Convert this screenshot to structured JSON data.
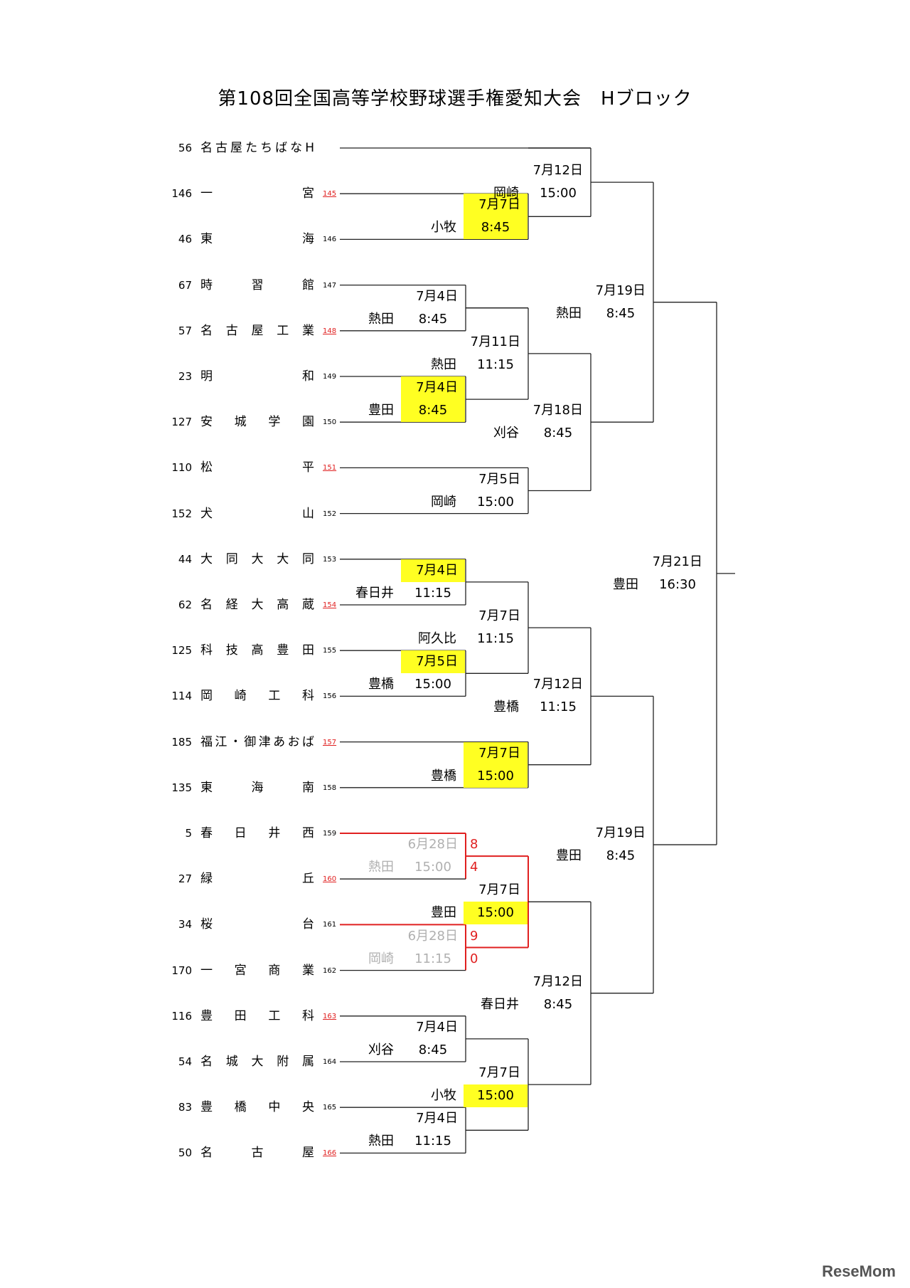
{
  "title": "第108回全国高等学校野球選手権愛知大会　Hブロック",
  "teams": [
    {
      "seed": "56",
      "name": "名古屋たちばなH",
      "match_no": "",
      "red": false
    },
    {
      "seed": "146",
      "name": "一宮",
      "match_no": "145",
      "red": true
    },
    {
      "seed": "46",
      "name": "東海",
      "match_no": "146",
      "red": false
    },
    {
      "seed": "67",
      "name": "時習館",
      "match_no": "147",
      "red": false
    },
    {
      "seed": "57",
      "name": "名古屋工業",
      "match_no": "148",
      "red": true
    },
    {
      "seed": "23",
      "name": "明和",
      "match_no": "149",
      "red": false
    },
    {
      "seed": "127",
      "name": "安城学園",
      "match_no": "150",
      "red": false
    },
    {
      "seed": "110",
      "name": "松平",
      "match_no": "151",
      "red": true
    },
    {
      "seed": "152",
      "name": "犬山",
      "match_no": "152",
      "red": false
    },
    {
      "seed": "44",
      "name": "大同大大同",
      "match_no": "153",
      "red": false
    },
    {
      "seed": "62",
      "name": "名経大高蔵",
      "match_no": "154",
      "red": true
    },
    {
      "seed": "125",
      "name": "科技高豊田",
      "match_no": "155",
      "red": false
    },
    {
      "seed": "114",
      "name": "岡崎工科",
      "match_no": "156",
      "red": false
    },
    {
      "seed": "185",
      "name": "福江・御津あおば",
      "match_no": "157",
      "red": true
    },
    {
      "seed": "135",
      "name": "東海南",
      "match_no": "158",
      "red": false
    },
    {
      "seed": "5",
      "name": "春日井西",
      "match_no": "159",
      "red": false
    },
    {
      "seed": "27",
      "name": "緑丘",
      "match_no": "160",
      "red": true
    },
    {
      "seed": "34",
      "name": "桜台",
      "match_no": "161",
      "red": false
    },
    {
      "seed": "170",
      "name": "一宮商業",
      "match_no": "162",
      "red": false
    },
    {
      "seed": "116",
      "name": "豊田工科",
      "match_no": "163",
      "red": true
    },
    {
      "seed": "54",
      "name": "名城大附属",
      "match_no": "164",
      "red": false
    },
    {
      "seed": "83",
      "name": "豊橋中央",
      "match_no": "165",
      "red": false
    },
    {
      "seed": "50",
      "name": "名古屋",
      "match_no": "166",
      "red": true
    }
  ],
  "matches": [
    {
      "date": "7月7日",
      "venue": "小牧",
      "time": "8:45",
      "highlight": true,
      "gray": false
    },
    {
      "date": "7月4日",
      "venue": "熱田",
      "time": "8:45",
      "highlight": false,
      "gray": false
    },
    {
      "date": "7月4日",
      "venue": "豊田",
      "time": "8:45",
      "highlight": true,
      "gray": false
    },
    {
      "date": "7月4日",
      "venue": "春日井",
      "time": "11:15",
      "highlight": "date",
      "gray": false
    },
    {
      "date": "7月5日",
      "venue": "豊橋",
      "time": "15:00",
      "highlight": "date",
      "gray": false
    },
    {
      "date": "6月28日",
      "venue": "熱田",
      "time": "15:00",
      "highlight": false,
      "gray": true
    },
    {
      "date": "6月28日",
      "venue": "岡崎",
      "time": "11:15",
      "highlight": false,
      "gray": true
    },
    {
      "date": "7月4日",
      "venue": "刈谷",
      "time": "8:45",
      "highlight": false,
      "gray": false
    },
    {
      "date": "7月4日",
      "venue": "熱田",
      "time": "11:15",
      "highlight": false,
      "gray": false
    },
    {
      "date": "7月12日",
      "venue": "岡崎",
      "time": "15:00",
      "highlight": false,
      "gray": false
    },
    {
      "date": "7月11日",
      "venue": "熱田",
      "time": "11:15",
      "highlight": false,
      "gray": false
    },
    {
      "date": "7月5日",
      "venue": "岡崎",
      "time": "15:00",
      "highlight": false,
      "gray": false
    },
    {
      "date": "7月7日",
      "venue": "阿久比",
      "time": "11:15",
      "highlight": false,
      "gray": false
    },
    {
      "date": "7月7日",
      "venue": "豊橋",
      "time": "15:00",
      "highlight": true,
      "gray": false
    },
    {
      "date": "7月7日",
      "venue": "豊田",
      "time": "15:00",
      "highlight": "time",
      "gray": false
    },
    {
      "date": "7月7日",
      "venue": "小牧",
      "time": "15:00",
      "highlight": "time",
      "gray": false
    },
    {
      "date": "7月18日",
      "venue": "刈谷",
      "time": "8:45",
      "highlight": false,
      "gray": false
    },
    {
      "date": "7月12日",
      "venue": "豊橋",
      "time": "11:15",
      "highlight": false,
      "gray": false
    },
    {
      "date": "7月12日",
      "venue": "春日井",
      "time": "8:45",
      "highlight": false,
      "gray": false
    },
    {
      "date": "7月19日",
      "venue": "熱田",
      "time": "8:45",
      "highlight": false,
      "gray": false
    },
    {
      "date": "7月19日",
      "venue": "豊田",
      "time": "8:45",
      "highlight": false,
      "gray": false
    },
    {
      "date": "7月21日",
      "venue": "豊田",
      "time": "16:30",
      "highlight": false,
      "gray": false
    }
  ],
  "scores": [
    "8",
    "4",
    "9",
    "0"
  ],
  "watermark": "ReseMom"
}
